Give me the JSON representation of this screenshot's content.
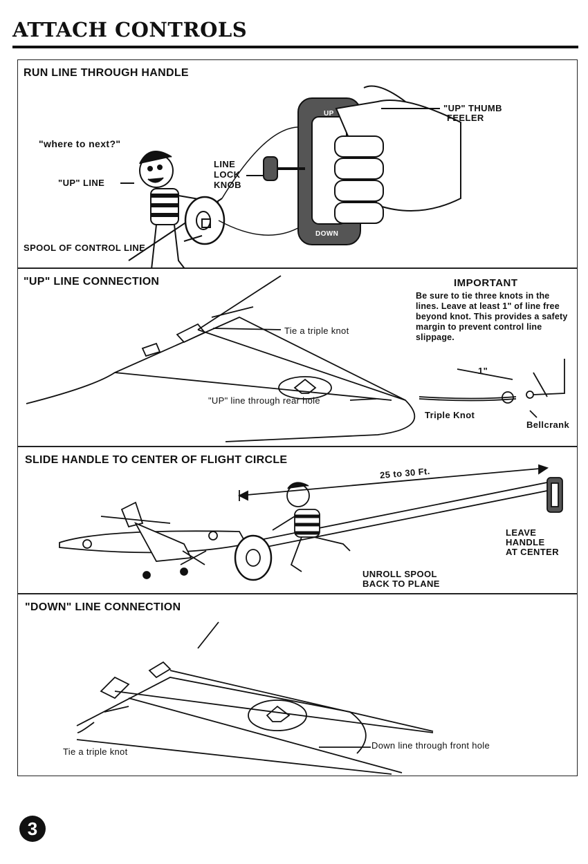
{
  "page": {
    "title": "ATTACH CONTROLS",
    "page_number": "3"
  },
  "panels": [
    {
      "title": "RUN LINE THROUGH HANDLE",
      "labels": {
        "speech": "\"where to next?\"",
        "up_line": "\"UP\"  LINE",
        "line_lock_knob_1": "LINE",
        "line_lock_knob_2": "LOCK",
        "line_lock_knob_3": "KNOB",
        "spool": "SPOOL OF CONTROL LINE",
        "thumb_feeler_1": "\"UP\" THUMB",
        "thumb_feeler_2": "FEELER",
        "handle_up": "UP",
        "handle_down": "DOWN"
      }
    },
    {
      "title": "\"UP\" LINE CONNECTION",
      "labels": {
        "tie_knot": "Tie a triple knot",
        "rear_hole": "\"UP\" line through rear hole",
        "important_head": "IMPORTANT",
        "important_body": "Be sure to tie three knots in the lines. Leave at least 1\" of line free beyond knot.  This provides a safety margin to prevent control line slippage.",
        "one_inch": "1\"",
        "triple_knot": "Triple Knot",
        "bellcrank": "Bellcrank"
      }
    },
    {
      "title": "SLIDE HANDLE TO CENTER OF FLIGHT CIRCLE",
      "labels": {
        "distance": "25 to 30 Ft.",
        "leave_1": "LEAVE",
        "leave_2": "HANDLE",
        "leave_3": "AT CENTER",
        "unroll_1": "UNROLL SPOOL",
        "unroll_2": "BACK TO PLANE"
      }
    },
    {
      "title": "\"DOWN\" LINE CONNECTION",
      "labels": {
        "tie_knot": "Tie a triple knot",
        "front_hole": "Down line through front hole"
      }
    }
  ]
}
